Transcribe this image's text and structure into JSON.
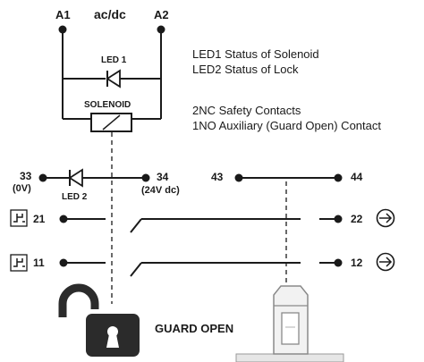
{
  "terminals": {
    "a1": "A1",
    "supply": "ac/dc",
    "a2": "A2",
    "t33": "33",
    "t33_note": "(0V)",
    "t34": "34",
    "t34_note": "(24V dc)",
    "t43": "43",
    "t44": "44",
    "t21": "21",
    "t22": "22",
    "t11": "11",
    "t12": "12"
  },
  "components": {
    "led1": "LED 1",
    "solenoid": "SOLENOID",
    "led2": "LED 2"
  },
  "legend": {
    "line1": "LED1  Status of Solenoid",
    "line2": "LED2  Status of Lock",
    "line3": "2NC Safety Contacts",
    "line4": "1NO Auxiliary (Guard Open)  Contact"
  },
  "status": {
    "guard_open": "GUARD OPEN"
  },
  "icons": [
    "padlock-open-icon",
    "actuator-key-icon",
    "arrow-right-circle-icon",
    "nc-contact-symbol-icon"
  ]
}
